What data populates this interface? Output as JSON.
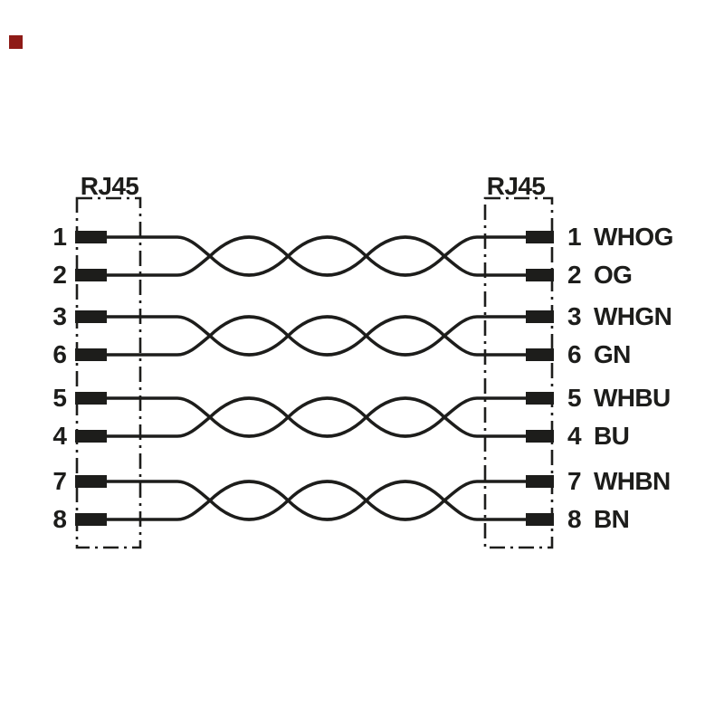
{
  "palette": {
    "background": "#ffffff",
    "ink": "#1d1d1b",
    "brand_red": "#8e1b17"
  },
  "left_connector": {
    "title": "RJ45",
    "pin_order": [
      "1",
      "2",
      "3",
      "6",
      "5",
      "4",
      "7",
      "8"
    ]
  },
  "right_connector": {
    "title": "RJ45",
    "pin_order": [
      "1",
      "2",
      "3",
      "6",
      "5",
      "4",
      "7",
      "8"
    ]
  },
  "cable": {
    "twist_crossings_per_pair": 4
  },
  "connections": [
    {
      "left_pin": "1",
      "right_pin": "1",
      "color_code": "WHOG",
      "pair": 1
    },
    {
      "left_pin": "2",
      "right_pin": "2",
      "color_code": "OG",
      "pair": 1
    },
    {
      "left_pin": "3",
      "right_pin": "3",
      "color_code": "WHGN",
      "pair": 2
    },
    {
      "left_pin": "6",
      "right_pin": "6",
      "color_code": "GN",
      "pair": 2
    },
    {
      "left_pin": "5",
      "right_pin": "5",
      "color_code": "WHBU",
      "pair": 3
    },
    {
      "left_pin": "4",
      "right_pin": "4",
      "color_code": "BU",
      "pair": 3
    },
    {
      "left_pin": "7",
      "right_pin": "7",
      "color_code": "WHBN",
      "pair": 4
    },
    {
      "left_pin": "8",
      "right_pin": "8",
      "color_code": "BN",
      "pair": 4
    }
  ]
}
